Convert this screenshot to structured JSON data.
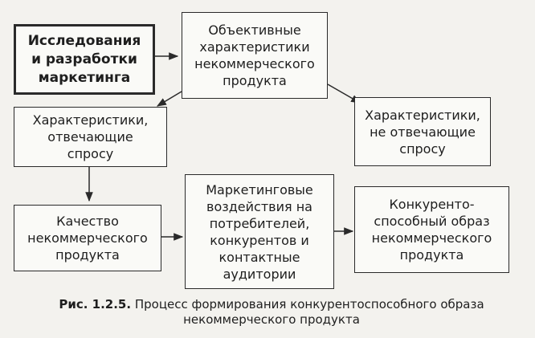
{
  "diagram": {
    "boxes": {
      "research": "Исследования\nи разработки\nмаркетинга",
      "objective": "Объективные\nхарактеристики\nнекоммерческого\nпродукта",
      "demand_yes": "Характеристики,\nотвечающие\nспросу",
      "demand_no": "Характеристики,\nне отвечающие\nспросу",
      "quality": "Качество\nнекоммерческого\nпродукта",
      "impacts": "Маркетинговые\nвоздействия на\nпотребителей,\nконкурентов и\nконтактные\nаудитории",
      "image": "Конкуренто-\nспособный образ\nнекоммерческого\nпродукта"
    }
  },
  "caption": {
    "label": "Рис. 1.2.5.",
    "text": "Процесс формирования конкурентоспособного образа",
    "text2": "некоммерческого продукта"
  }
}
